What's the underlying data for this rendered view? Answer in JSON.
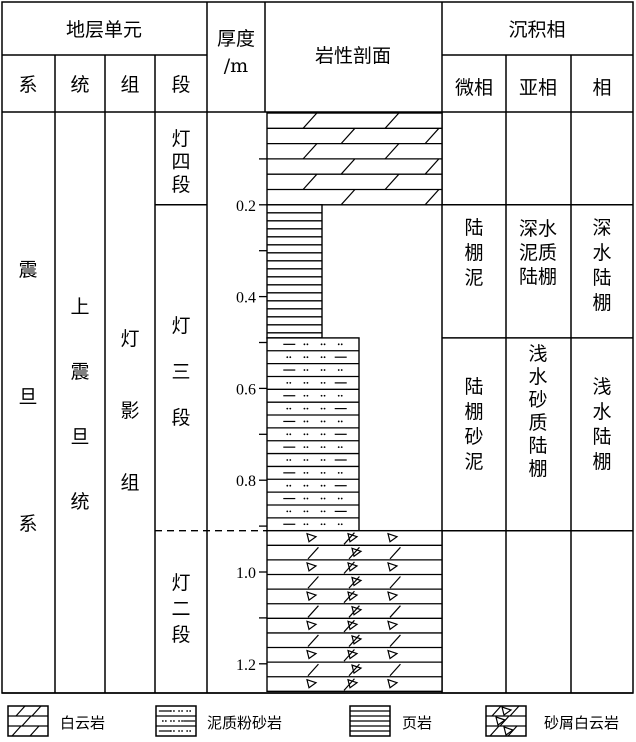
{
  "header": {
    "strat_unit": "地层单元",
    "thickness": "厚度",
    "thickness_unit": "/m",
    "lithology": "岩性剖面",
    "facies": "沉积相",
    "cols": [
      "系",
      "统",
      "组",
      "段"
    ],
    "facies_cols": [
      "微相",
      "亚相",
      "相"
    ]
  },
  "strata": {
    "system": "震旦系",
    "series": "上震旦统",
    "formation": "灯影组",
    "members": [
      {
        "name": "灯四段",
        "top": 0.0,
        "bottom": 0.2
      },
      {
        "name": "灯三段",
        "top": 0.2,
        "bottom": 0.91
      },
      {
        "name": "灯二段",
        "top": 0.91,
        "bottom": 1.26
      }
    ]
  },
  "depth_ticks": [
    "0.2",
    "0.4",
    "0.6",
    "0.8",
    "1.0",
    "1.2"
  ],
  "lithology_layers": [
    {
      "type": "dolomite",
      "top": 0.0,
      "bottom": 0.2
    },
    {
      "type": "shale",
      "top": 0.2,
      "bottom": 0.49
    },
    {
      "type": "siltstone",
      "top": 0.49,
      "bottom": 0.91
    },
    {
      "type": "sandy-dolomite",
      "top": 0.91,
      "bottom": 1.26
    }
  ],
  "facies": [
    {
      "micro": "陆棚泥",
      "sub": "深水泥质陆棚",
      "facies": "深水陆棚",
      "top": 0.2,
      "bottom": 0.49
    },
    {
      "micro": "陆棚砂泥",
      "sub": "浅水砂质陆棚",
      "facies": "浅水陆棚",
      "top": 0.49,
      "bottom": 0.91
    }
  ],
  "legend": [
    {
      "type": "dolomite",
      "label": "白云岩"
    },
    {
      "type": "siltstone",
      "label": "泥质粉砂岩"
    },
    {
      "type": "shale",
      "label": "页岩"
    },
    {
      "type": "sandy-dolomite",
      "label": "砂屑白云岩"
    }
  ]
}
